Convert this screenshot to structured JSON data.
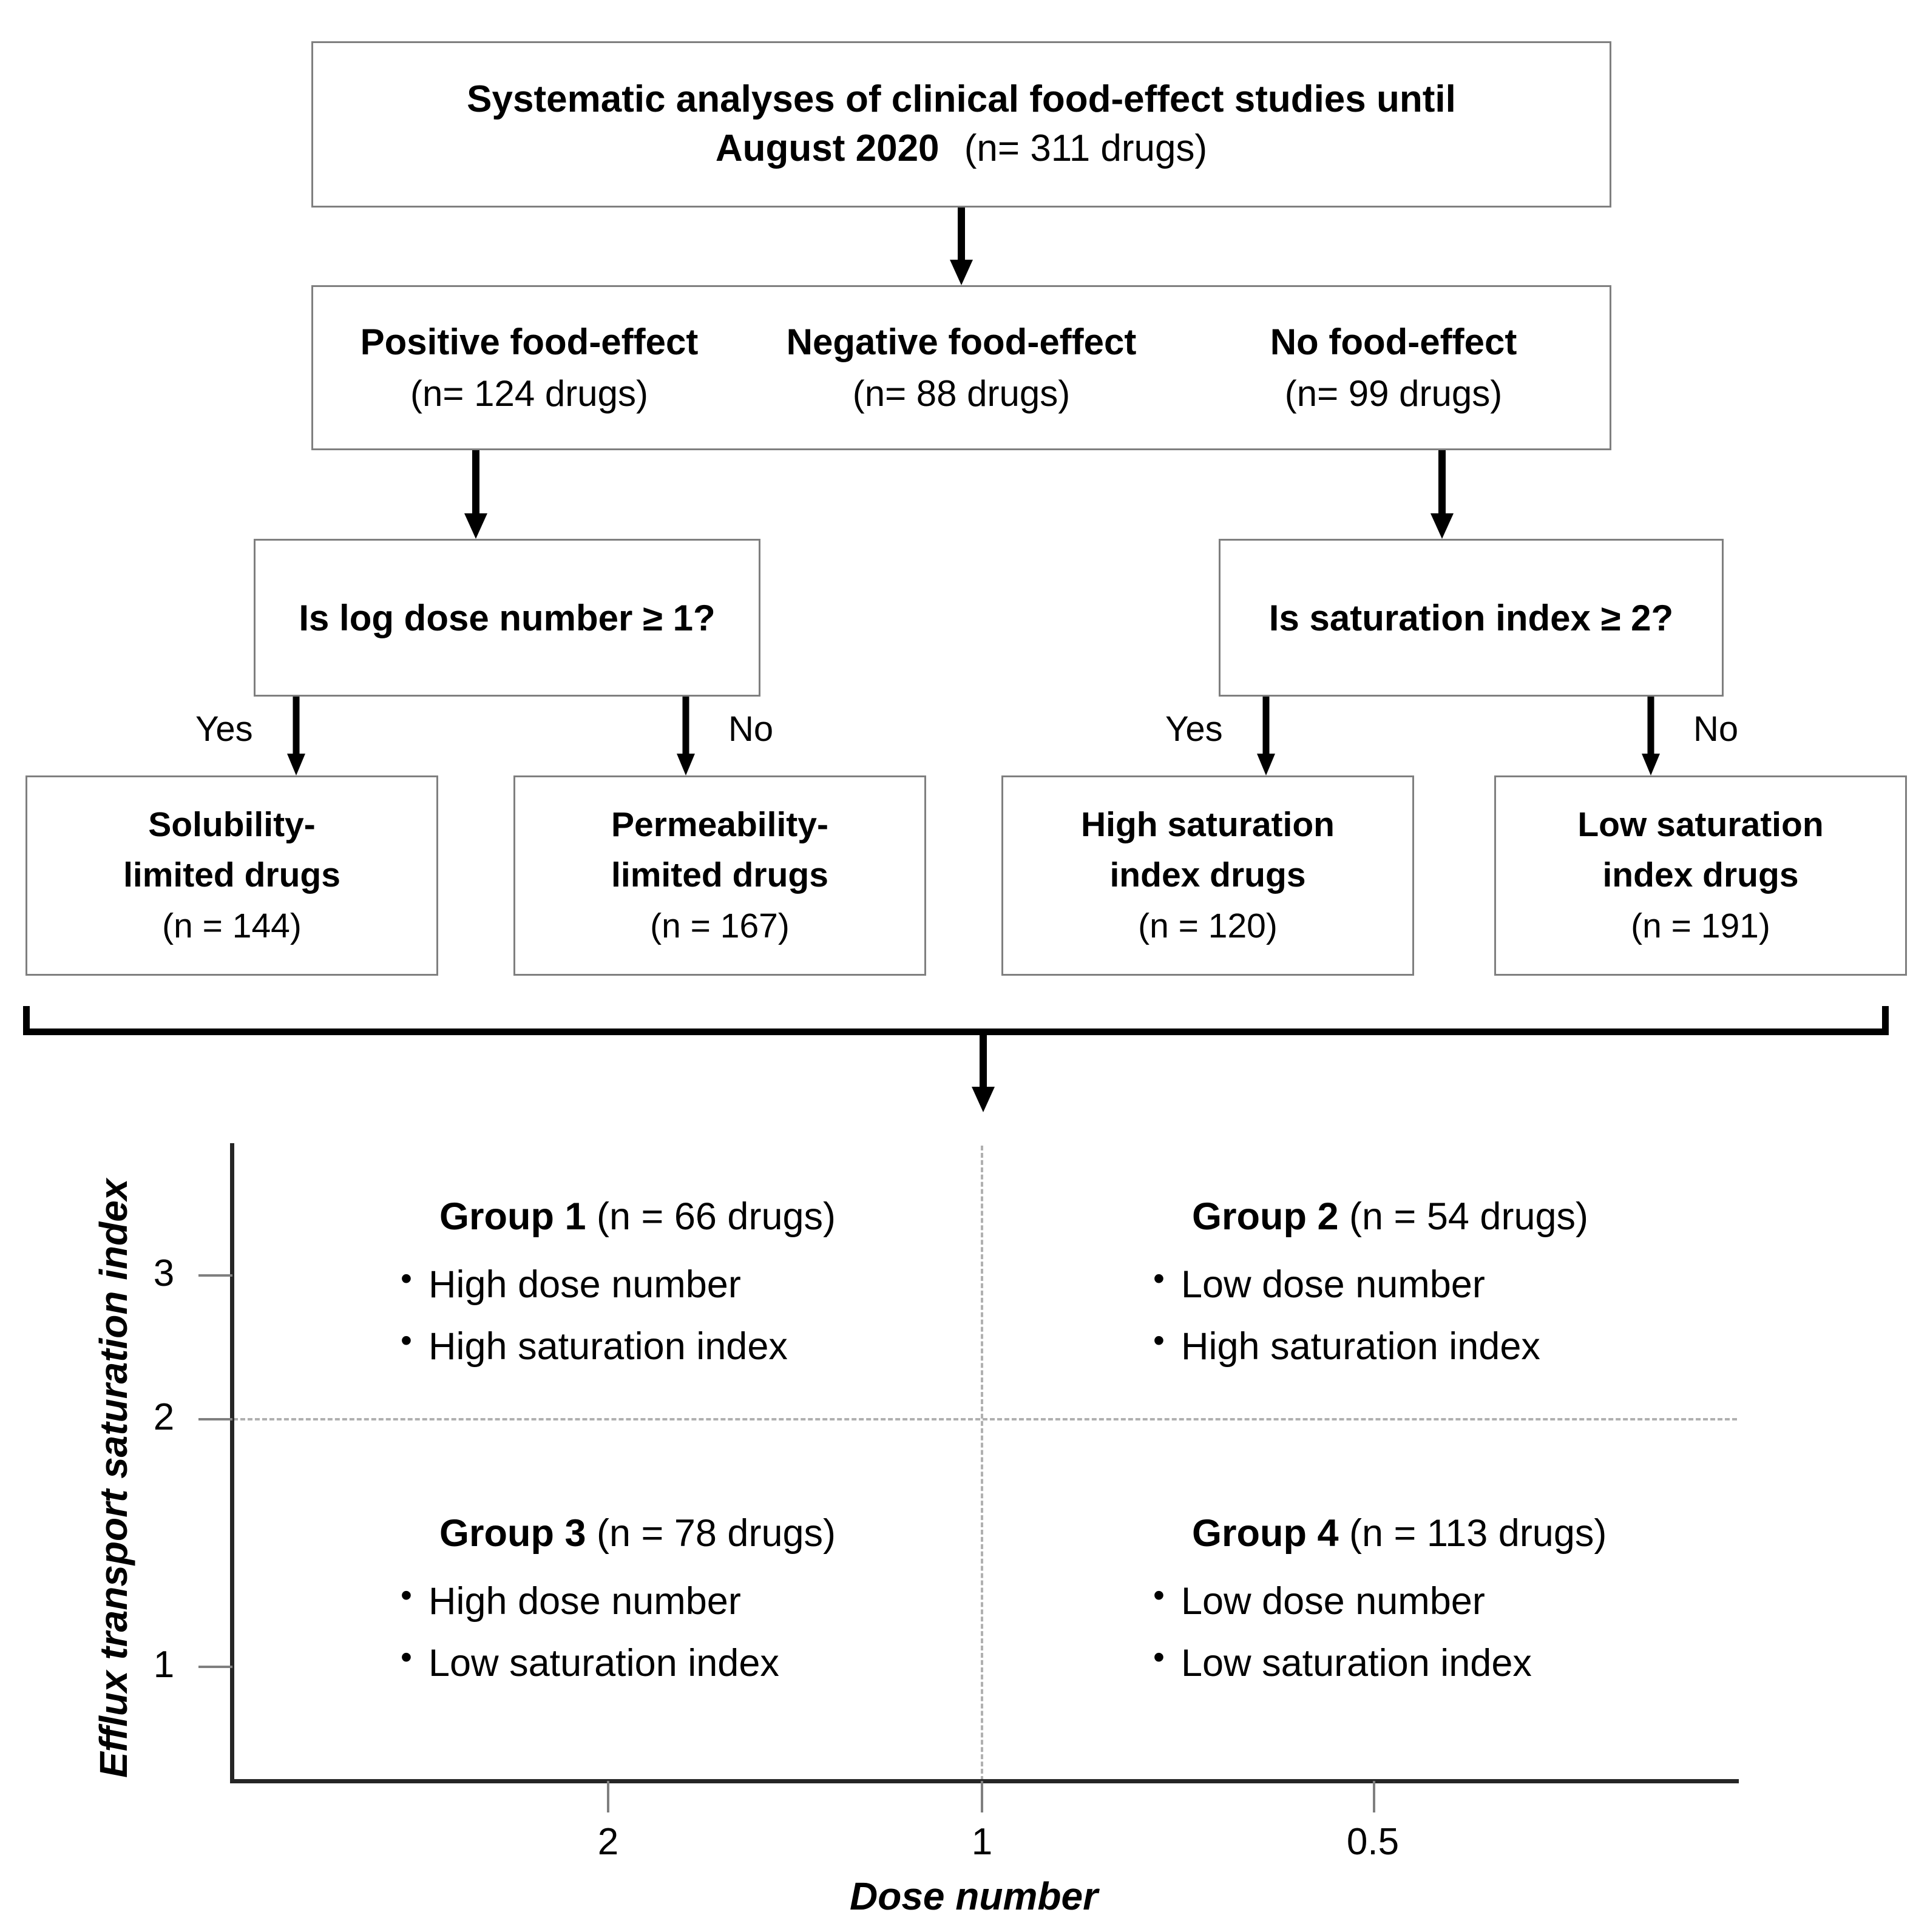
{
  "flowchart": {
    "title_box": {
      "line1": "Systematic analyses of clinical food-effect studies until",
      "line2_bold": "August 2020",
      "line2_rest": "(n= 311 drugs)"
    },
    "food_effect_box": {
      "columns": [
        {
          "heading": "Positive food-effect",
          "count": "(n= 124 drugs)"
        },
        {
          "heading": "Negative food-effect",
          "count": "(n= 88 drugs)"
        },
        {
          "heading": "No food-effect",
          "count": "(n= 99 drugs)"
        }
      ]
    },
    "decisions": [
      {
        "question": "Is log dose number ≥ 1?",
        "yes_label": "Yes",
        "no_label": "No"
      },
      {
        "question": "Is saturation index ≥ 2?",
        "yes_label": "Yes",
        "no_label": "No"
      }
    ],
    "outcomes": [
      {
        "line1": "Solubility-",
        "line2": "limited drugs",
        "count": "(n = 144)"
      },
      {
        "line1": "Permeability-",
        "line2": "limited drugs",
        "count": "(n = 167)"
      },
      {
        "line1": "High saturation",
        "line2": "index drugs",
        "count": "(n = 120)"
      },
      {
        "line1": "Low saturation",
        "line2": "index drugs",
        "count": "(n = 191)"
      }
    ]
  },
  "chart_data": {
    "type": "scatter",
    "title": "",
    "xlabel": "Dose number",
    "ylabel": "Efflux transport saturation index",
    "x_ticks": [
      "2",
      "1",
      "0.5"
    ],
    "y_ticks": [
      "3",
      "2",
      "1"
    ],
    "x_axis_reversed": true,
    "grid": "dashed quadrant dividers at dose number = 1 and saturation index = 2",
    "legend": "none",
    "quadrants": [
      {
        "name": "Group 1",
        "count": "(n = 66 drugs)",
        "n": 66,
        "position": "top-left",
        "bullets": [
          "High dose number",
          "High saturation index"
        ]
      },
      {
        "name": "Group 2",
        "count": "(n = 54 drugs)",
        "n": 54,
        "position": "top-right",
        "bullets": [
          "Low dose number",
          "High saturation index"
        ]
      },
      {
        "name": "Group 3",
        "count": "(n = 78 drugs)",
        "n": 78,
        "position": "bottom-left",
        "bullets": [
          "High dose number",
          "Low saturation index"
        ]
      },
      {
        "name": "Group 4",
        "count": "(n = 113 drugs)",
        "n": 113,
        "position": "bottom-right",
        "bullets": [
          "Low dose number",
          "Low saturation index"
        ]
      }
    ]
  }
}
